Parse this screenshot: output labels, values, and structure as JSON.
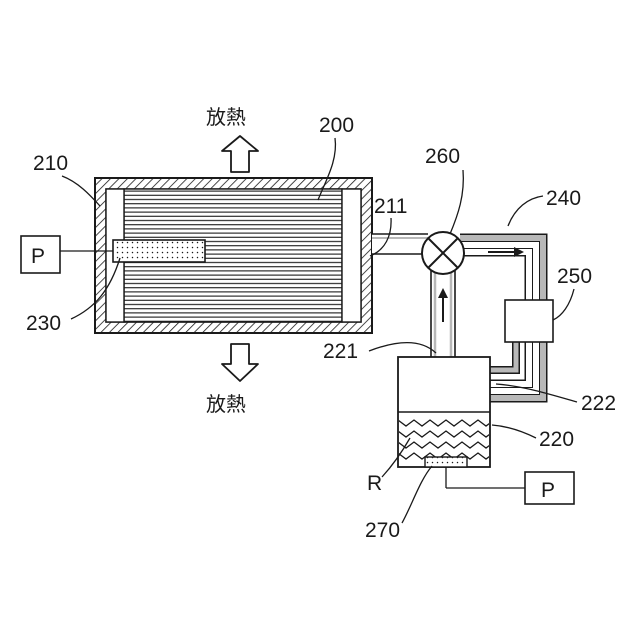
{
  "labels": {
    "heat_top": "放熱",
    "heat_bottom": "放熱",
    "n200": "200",
    "n210": "210",
    "n211": "211",
    "n220": "220",
    "n221": "221",
    "n222": "222",
    "n230": "230",
    "n240": "240",
    "n250": "250",
    "n260": "260",
    "n270": "270",
    "p_left": "P",
    "p_right": "P",
    "r": "R"
  },
  "icons": {
    "valve": "x-circle-valve-icon",
    "arrow_up": "hollow-arrow-up-icon",
    "arrow_down": "hollow-arrow-down-icon",
    "flow_right": "arrow-right-icon",
    "flow_up": "arrow-up-icon"
  },
  "colors": {
    "line": "#1a1a1a",
    "pipe_fill": "#b8b8b8",
    "background": "#ffffff"
  }
}
